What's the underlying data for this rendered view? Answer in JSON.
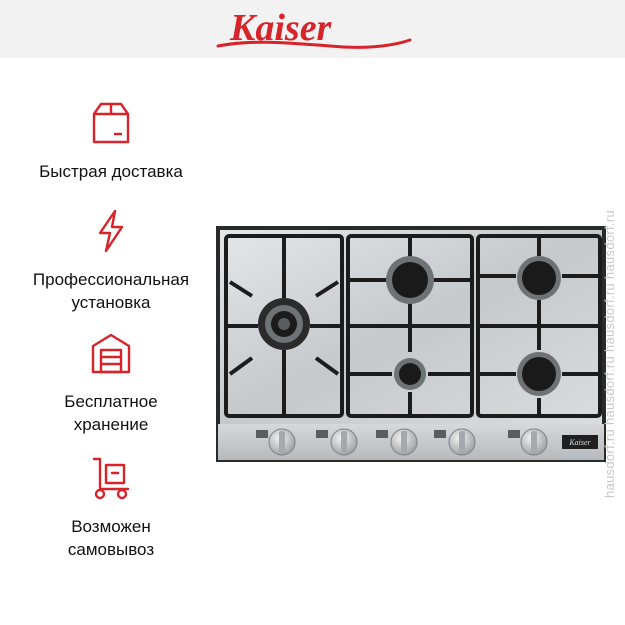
{
  "brand": {
    "logo_text": "Kaiser",
    "color": "#d7232a"
  },
  "features": [
    {
      "icon": "box-icon",
      "label": "Быстрая доставка"
    },
    {
      "icon": "lightning-icon",
      "label": "Профессиональная установка"
    },
    {
      "icon": "warehouse-icon",
      "label": "Бесплатное хранение"
    },
    {
      "icon": "hand-truck-icon",
      "label": "Возможен самовывоз"
    }
  ],
  "product": {
    "badge_text": "Kaiser"
  },
  "watermark": {
    "text": "hausdorf.ru   hausdorf.ru   hausdorf.ru   hausdorf.ru"
  },
  "colors": {
    "accent": "#d7232a",
    "steel": "#c9ccce",
    "grate": "#1c1c1c"
  }
}
